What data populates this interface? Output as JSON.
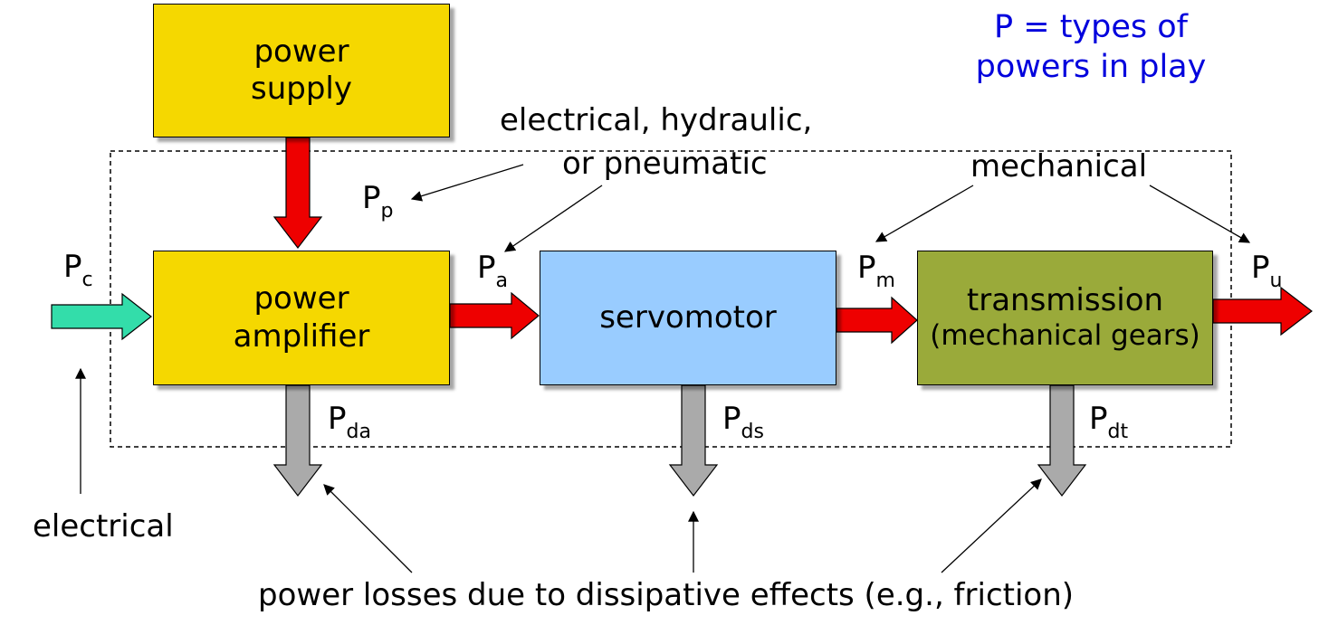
{
  "legend": {
    "line1": "P = types of",
    "line2": "powers in play",
    "color": "#0000dd"
  },
  "blocks": {
    "power_supply": [
      "power",
      "supply"
    ],
    "power_amplifier": [
      "power",
      "amplifier"
    ],
    "servomotor": [
      "servomotor"
    ],
    "transmission": [
      "transmission",
      "(mechanical gears)"
    ]
  },
  "labels": {
    "pc": {
      "main": "P",
      "sub": "c"
    },
    "pp": {
      "main": "P",
      "sub": "p"
    },
    "pa": {
      "main": "P",
      "sub": "a"
    },
    "pm": {
      "main": "P",
      "sub": "m"
    },
    "pu": {
      "main": "P",
      "sub": "u"
    },
    "pda": {
      "main": "P",
      "sub": "da"
    },
    "pds": {
      "main": "P",
      "sub": "ds"
    },
    "pdt": {
      "main": "P",
      "sub": "dt"
    }
  },
  "annotations": {
    "electrical_hydraulic": "electrical, hydraulic,",
    "or_pneumatic": "or pneumatic",
    "mechanical": "mechanical",
    "electrical": "electrical",
    "losses": "power losses due to dissipative effects (e.g., friction)"
  },
  "colors": {
    "supply_arrow": "#ee0000",
    "input_arrow": "#33ddaa",
    "loss_arrow": "#aaaaaa"
  }
}
